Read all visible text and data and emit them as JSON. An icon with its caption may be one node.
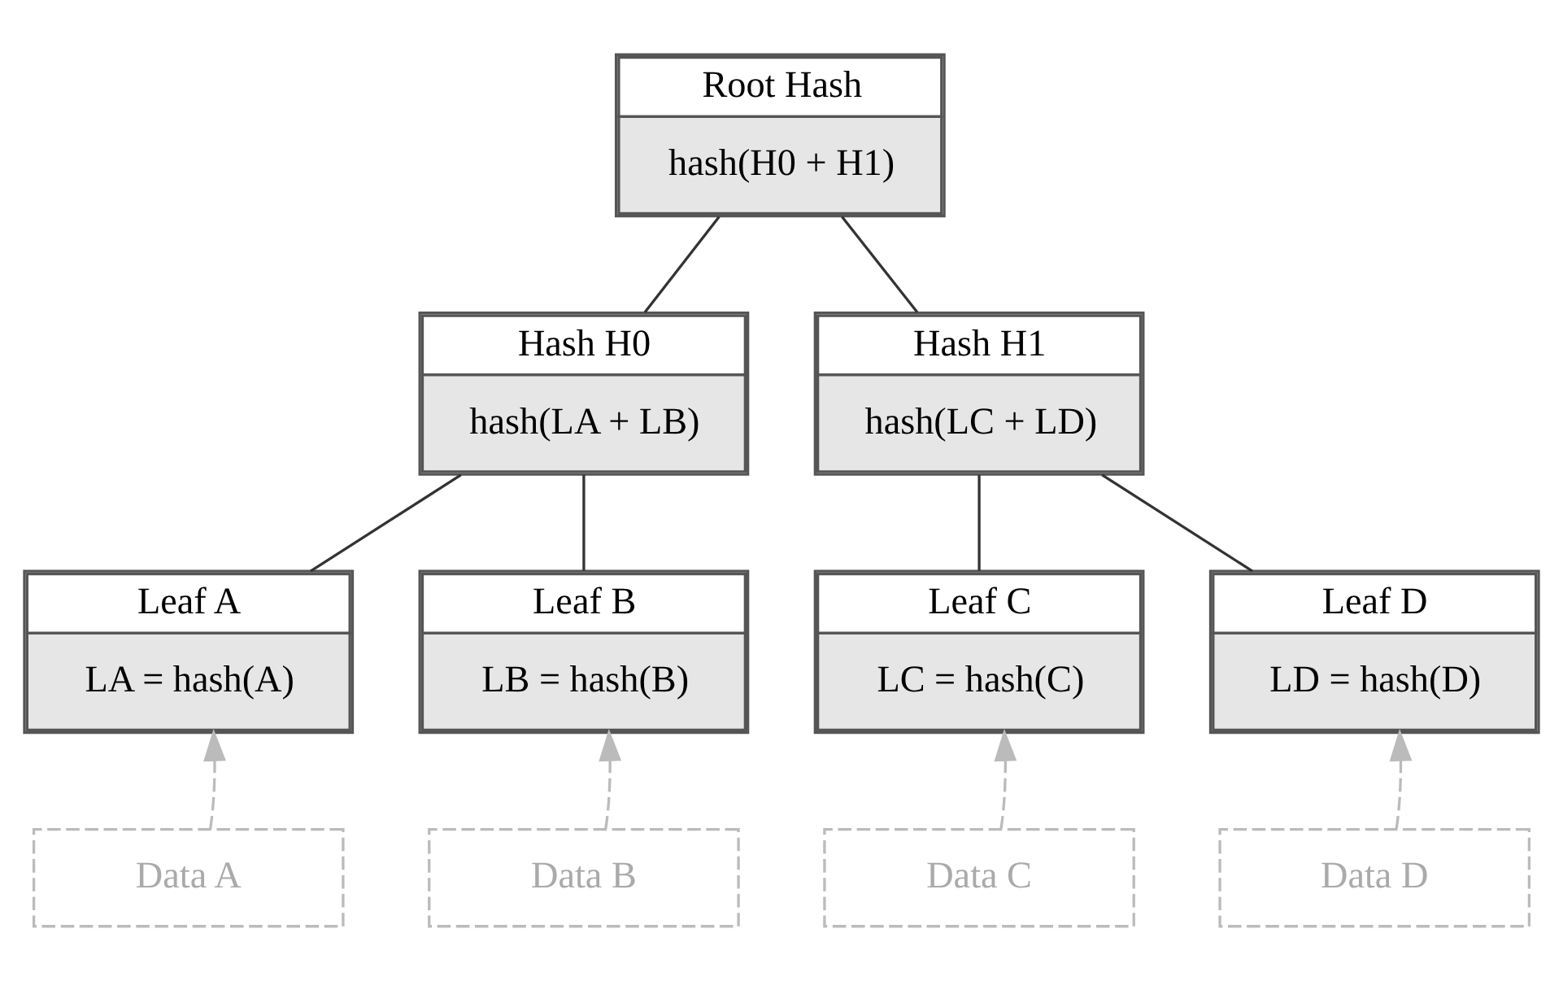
{
  "diagram": {
    "nodes": [
      {
        "text": [
          "Root Hash",
          "hash(H0 + H1)"
        ]
      },
      {
        "text": [
          "Hash H0",
          "hash(LA + LB)"
        ]
      },
      {
        "text": [
          "Hash H1",
          "hash(LC + LD)"
        ]
      },
      {
        "text": [
          "Leaf A",
          "LA = hash(A)"
        ]
      },
      {
        "text": [
          "Leaf B",
          "LB = hash(B)"
        ]
      },
      {
        "text": [
          "Leaf C",
          "LC = hash(C)"
        ]
      },
      {
        "text": [
          "Leaf D",
          "LD = hash(D)"
        ]
      },
      {
        "text": [
          "Data A"
        ]
      },
      {
        "text": [
          "Data B"
        ]
      },
      {
        "text": [
          "Data C"
        ]
      },
      {
        "text": [
          "Data D"
        ]
      }
    ],
    "edges": [
      {
        "from": 0,
        "to": 1,
        "arrow": "none"
      },
      {
        "from": 0,
        "to": 2,
        "arrow": "none"
      },
      {
        "from": 1,
        "to": 3,
        "arrow": "none"
      },
      {
        "from": 1,
        "to": 4,
        "arrow": "none"
      },
      {
        "from": 2,
        "to": 5,
        "arrow": "none"
      },
      {
        "from": 2,
        "to": 6,
        "arrow": "none"
      },
      {
        "from": 7,
        "to": 3,
        "arrow": "to",
        "style": "dashed",
        "color": "#bbbbbb"
      },
      {
        "from": 8,
        "to": 4,
        "arrow": "to",
        "style": "dashed",
        "color": "#bbbbbb"
      },
      {
        "from": 9,
        "to": 5,
        "arrow": "to",
        "style": "dashed",
        "color": "#bbbbbb"
      },
      {
        "from": 10,
        "to": 6,
        "arrow": "to",
        "style": "dashed",
        "color": "#bbbbbb"
      }
    ]
  }
}
